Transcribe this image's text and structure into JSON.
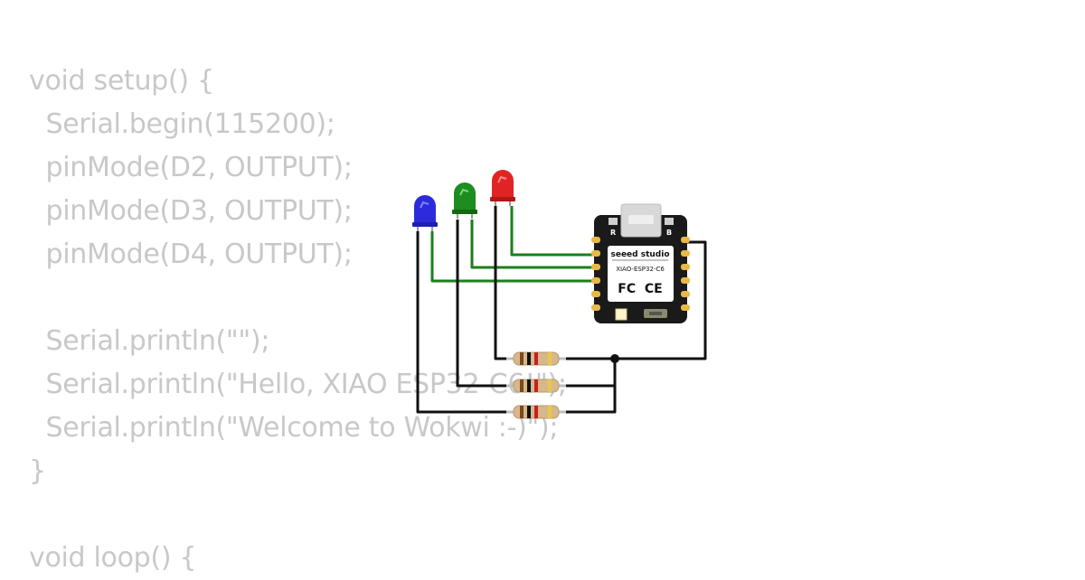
{
  "code": {
    "lines": [
      "void setup() {",
      "  Serial.begin(115200);",
      "  pinMode(D2, OUTPUT);",
      "  pinMode(D3, OUTPUT);",
      "  pinMode(D4, OUTPUT);",
      "",
      "  Serial.println(\"\");",
      "  Serial.println(\"Hello, XIAO ESP32-C6!\");",
      "  Serial.println(\"Welcome to Wokwi :-)\");",
      "}",
      "",
      "void loop() {"
    ]
  },
  "board": {
    "brand": "seeed studio",
    "model": "XIAO-ESP32-C6",
    "cert_marks": "FC  CE",
    "button_r": "R",
    "button_b": "B"
  },
  "leds": [
    {
      "color_name": "blue",
      "color": "#2b2bdc"
    },
    {
      "color_name": "green",
      "color": "#1e8c1e"
    },
    {
      "color_name": "red",
      "color": "#e02424"
    }
  ],
  "colors": {
    "code_text": "#c8c8c8",
    "wire_green": "#1a7f1a",
    "wire_black": "#111111",
    "board_body": "#1a1a1a",
    "pad_gold": "#e8b84a"
  }
}
